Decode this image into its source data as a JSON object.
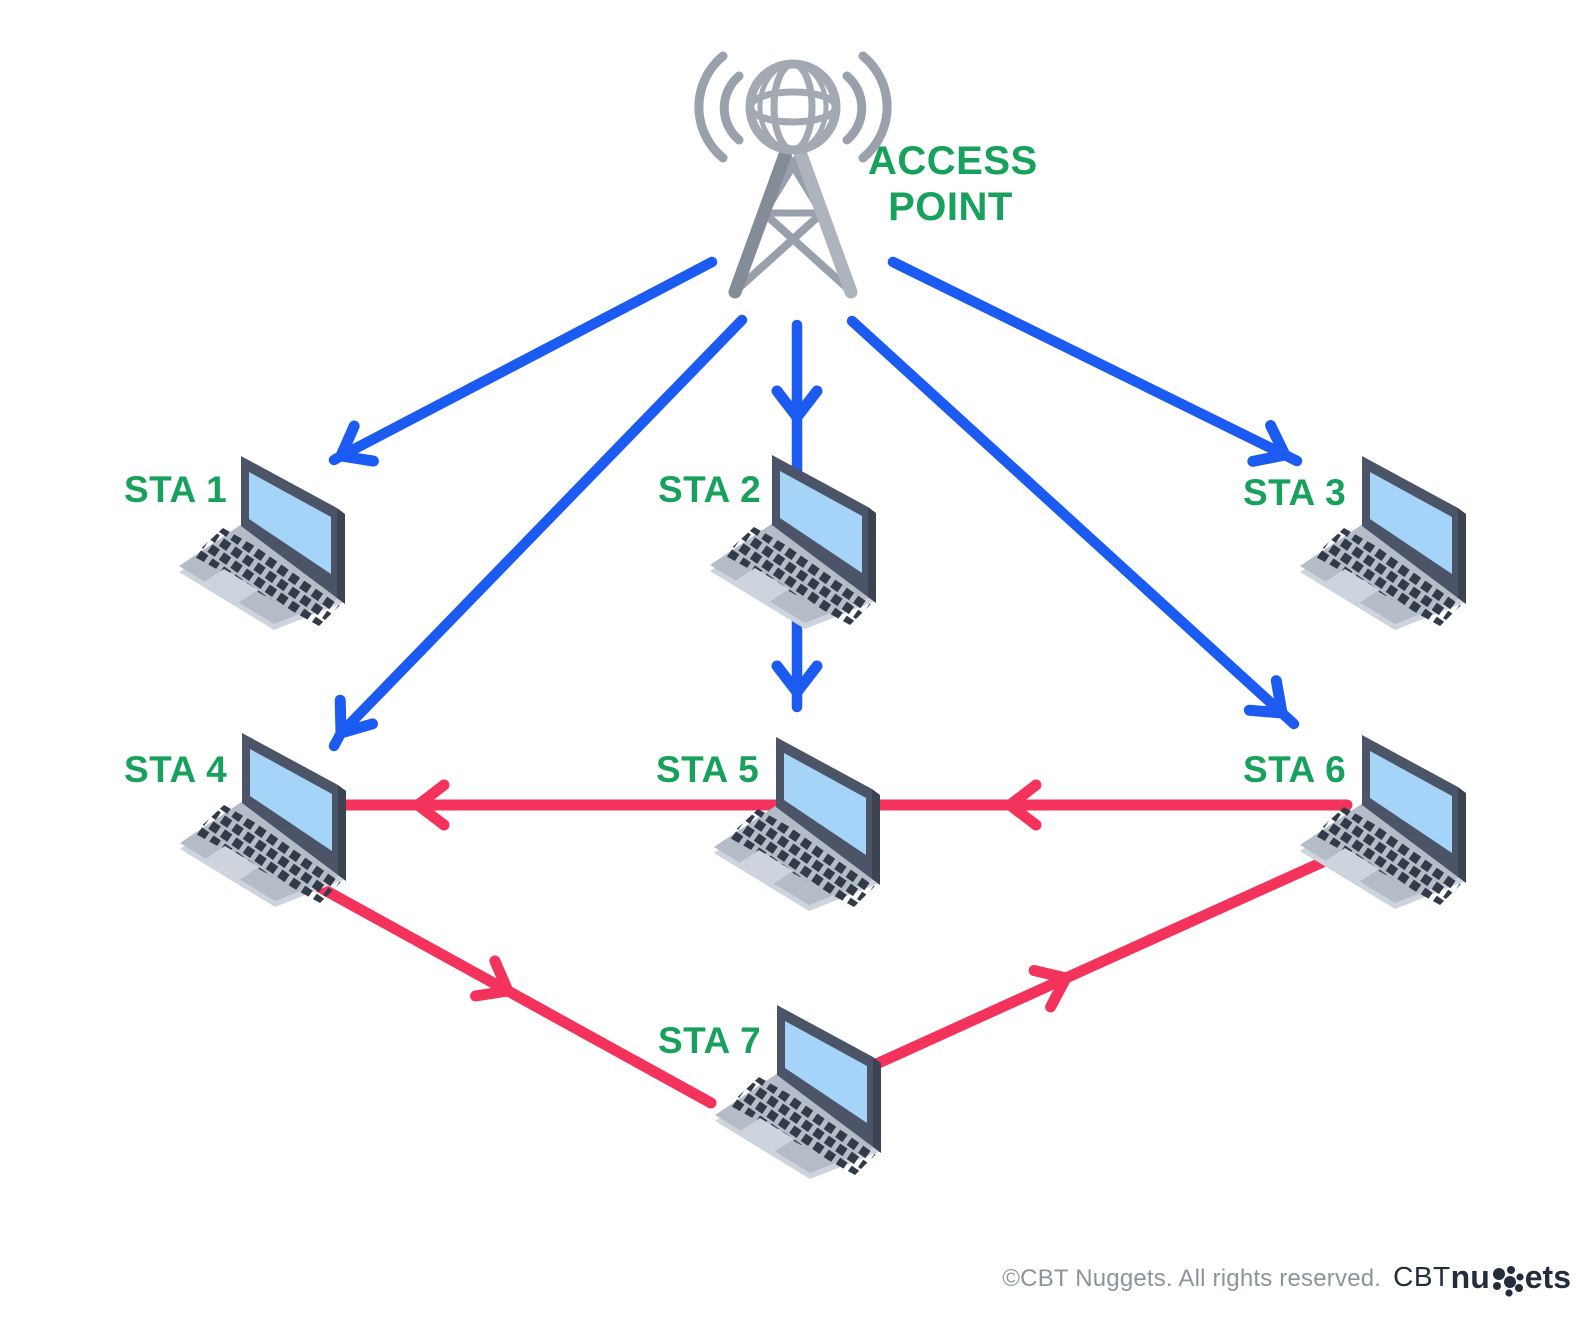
{
  "access_point": {
    "label_line1": "ACCESS",
    "label_line2": "POINT"
  },
  "stations": [
    {
      "id": "sta-1",
      "label": "STA 1"
    },
    {
      "id": "sta-2",
      "label": "STA 2"
    },
    {
      "id": "sta-3",
      "label": "STA 3"
    },
    {
      "id": "sta-4",
      "label": "STA 4"
    },
    {
      "id": "sta-5",
      "label": "STA 5"
    },
    {
      "id": "sta-6",
      "label": "STA 6"
    },
    {
      "id": "sta-7",
      "label": "STA 7"
    }
  ],
  "connections": [
    {
      "from": "ACCESS POINT",
      "to": "STA 1",
      "color": "blue"
    },
    {
      "from": "ACCESS POINT",
      "to": "STA 2",
      "color": "blue"
    },
    {
      "from": "ACCESS POINT",
      "to": "STA 3",
      "color": "blue"
    },
    {
      "from": "ACCESS POINT",
      "to": "STA 4",
      "color": "blue"
    },
    {
      "from": "ACCESS POINT",
      "to": "STA 5",
      "via": "STA 2",
      "color": "blue"
    },
    {
      "from": "ACCESS POINT",
      "to": "STA 6",
      "color": "blue"
    },
    {
      "from": "STA 6",
      "to": "STA 4",
      "via": "STA 5",
      "color": "red"
    },
    {
      "from": "STA 4",
      "to": "STA 7",
      "color": "red"
    },
    {
      "from": "STA 7",
      "to": "STA 6",
      "color": "red"
    }
  ],
  "footer": {
    "copyright": "©CBT Nuggets. All rights reserved.",
    "brand_prefix": "CBT",
    "brand_bold_left": "nu",
    "brand_bold_right": "ets"
  },
  "colors": {
    "arrow_blue": "#1C5BF2",
    "arrow_red": "#F4335C",
    "label_green": "#17A15D",
    "brand_navy": "#242D3C",
    "copyright_gray": "#8E949D",
    "laptop_screen_blue": "#A5D4F8",
    "laptop_body_gray": "#B4BCC7",
    "laptop_bezel_slate": "#4C5568",
    "tower_gray": "#A2A9B3"
  }
}
